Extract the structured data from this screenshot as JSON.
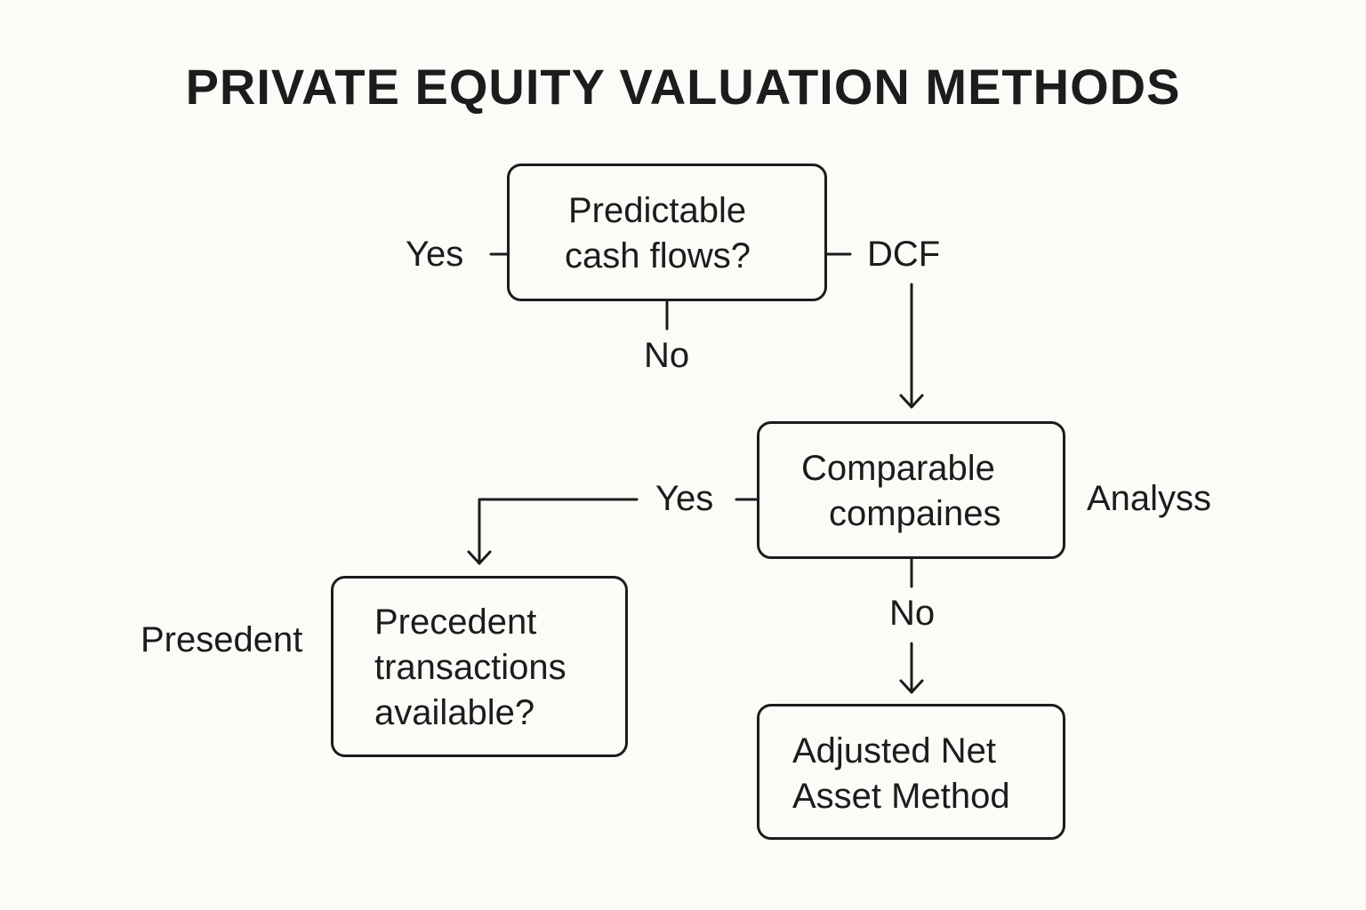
{
  "title": "PRIVATE EQUITY VALUATION METHODS",
  "nodes": {
    "cash_flows": {
      "line1": "Predictable",
      "line2": "cash flows?"
    },
    "comparable": {
      "line1": "Comparable",
      "line2": "compaines"
    },
    "precedent": {
      "line1": "Precedent",
      "line2": "transactions",
      "line3": "available?"
    },
    "adjusted": {
      "line1": "Adjusted Net",
      "line2": "Asset Method"
    }
  },
  "labels": {
    "yes_top": "Yes",
    "dcf": "DCF",
    "no_top": "No",
    "yes_mid": "Yes",
    "analysis": "Analyss",
    "no_mid": "No",
    "presedent": "Presedent"
  },
  "colors": {
    "background": "#fcfbf8",
    "ink": "#1c1c1c"
  }
}
